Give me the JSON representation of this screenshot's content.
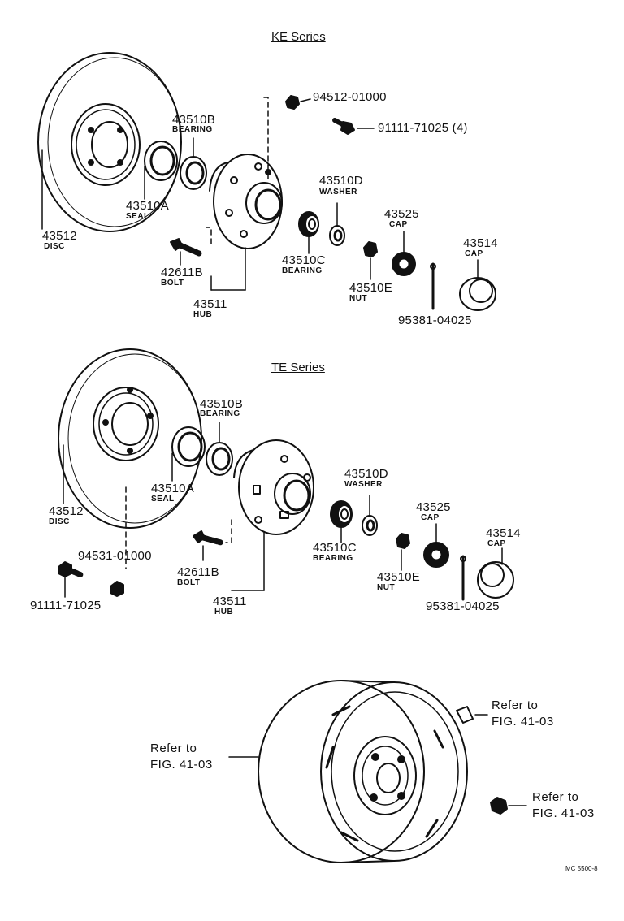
{
  "diagram": {
    "ke": {
      "title": "KE Series",
      "p94512": "94512-01000",
      "p91111": "91111-71025 (4)",
      "p43510b": "43510B",
      "bearing_b": "BEARING",
      "p43510a": "43510A",
      "seal": "SEAL",
      "p43512": "43512",
      "disc": "DISC",
      "p43510d": "43510D",
      "washer": "WASHER",
      "p43525": "43525",
      "cap_525": "CAP",
      "p43514": "43514",
      "cap_514": "CAP",
      "p43510c": "43510C",
      "bearing_c": "BEARING",
      "p42611b": "42611B",
      "bolt": "BOLT",
      "p43510e": "43510E",
      "nut": "NUT",
      "p43511": "43511",
      "hub": "HUB",
      "p95381": "95381-04025"
    },
    "te": {
      "title": "TE Series",
      "p43510b": "43510B",
      "bearing_b": "BEARING",
      "p43510a": "43510A",
      "seal": "SEAL",
      "p43512": "43512",
      "disc": "DISC",
      "p43510d": "43510D",
      "washer": "WASHER",
      "p43525": "43525",
      "cap_525": "CAP",
      "p43514": "43514",
      "cap_514": "CAP",
      "p43510c": "43510C",
      "bearing_c": "BEARING",
      "p94531": "94531-01000",
      "p91111": "91111-71025",
      "p42611b": "42611B",
      "bolt": "BOLT",
      "p43510e": "43510E",
      "nut": "NUT",
      "p43511": "43511",
      "hub": "HUB",
      "p95381": "95381-04025"
    },
    "wheel": {
      "ref_left_1": "Refer to",
      "ref_left_2": "FIG. 41-03",
      "ref_top_1": "Refer to",
      "ref_top_2": "FIG. 41-03",
      "ref_right_1": "Refer to",
      "ref_right_2": "FIG. 41-03"
    },
    "code": "MC 5500-8"
  }
}
